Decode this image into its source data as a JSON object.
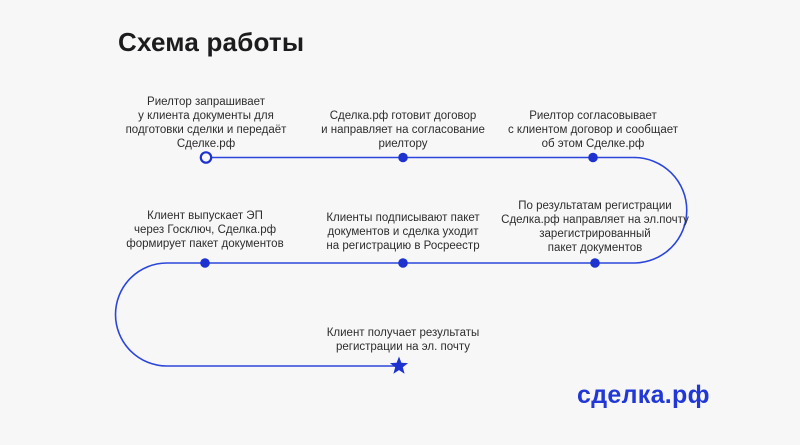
{
  "title": "Схема работы",
  "logo": "сделка.рф",
  "colors": {
    "background": "#f7f7f7",
    "line_blue": "#2b46db",
    "dot_blue": "#1d32cf",
    "text": "#2d2d2d",
    "title": "#1c1c1e",
    "logo_blue": "#2138d6"
  },
  "path_markers": {
    "start": "open-circle",
    "intermediate": "filled-dot",
    "end": "star"
  },
  "steps": [
    {
      "text": "Риелтор запрашивает\nу клиента документы для\nподготовки сделки и передаёт\nСделке.рф"
    },
    {
      "text": "Сделка.рф готовит договор\nи направляет на согласование\nриелтору"
    },
    {
      "text": "Риелтор согласовывает\nс клиентом договор и сообщает\nоб этом Сделке.рф"
    },
    {
      "text": "Клиент выпускает ЭП\nчерез Госключ, Сделка.рф\nформирует пакет документов"
    },
    {
      "text": "Клиенты подписывают пакет\nдокументов и сделка уходит\nна регистрацию в Росреестр"
    },
    {
      "text": "По результатам регистрации\nСделка.рф направляет на эл.почту\nзарегистрированный\nпакет документов"
    },
    {
      "text": "Клиент получает результаты\nрегистрации на эл. почту"
    }
  ]
}
